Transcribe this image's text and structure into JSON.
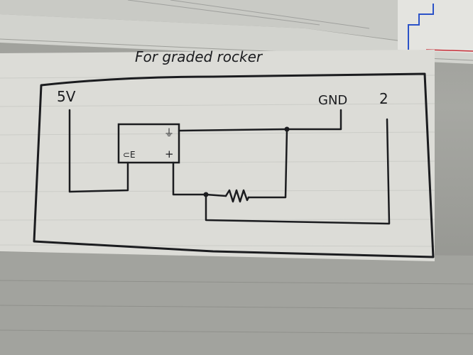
{
  "sheet": {
    "title": "For graded rocker"
  },
  "diagram": {
    "terminals": {
      "supply": "5V",
      "ground": "GND",
      "signal": "2"
    },
    "switch_pins": {
      "ground": "⏚",
      "lamp": "⊂E",
      "positive": "+"
    }
  },
  "colors": {
    "ink": "#1b1c1f",
    "paper": "#d6d6d1",
    "card": "#e3e3de",
    "accent_blue": "#2b52c8",
    "accent_red": "#c8303a"
  }
}
